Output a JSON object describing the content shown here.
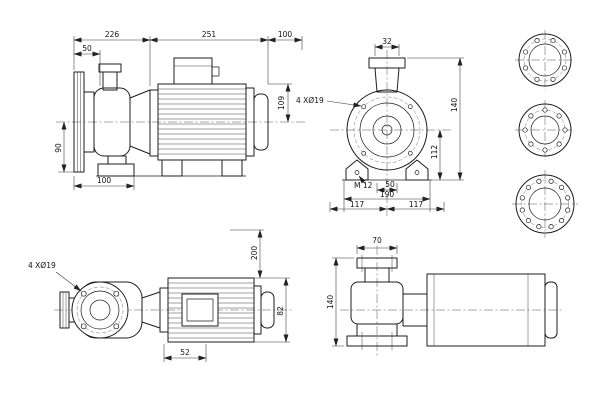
{
  "drawing": {
    "side_view": {
      "dim_a": "226",
      "dim_b": "251",
      "dim_c": "100",
      "dim_flange": "50",
      "dim_suction": "90",
      "dim_foot": "100",
      "dim_height": "109"
    },
    "end_view": {
      "dim_top": "32",
      "dim_total": "140",
      "dim_center": "112",
      "bolt_note": "4 XØ19",
      "thread_note": "M 12",
      "dim_foot_hole": "50",
      "dim_base": "190",
      "dim_bolt_l": "117",
      "dim_bolt_r": "117"
    },
    "plan_view": {
      "dim_length": "200",
      "bolt_note": "4 XØ19",
      "dim_bracket": "52",
      "dim_motor": "82"
    },
    "foot_view": {
      "dim_width": "70",
      "dim_height": "140"
    }
  }
}
